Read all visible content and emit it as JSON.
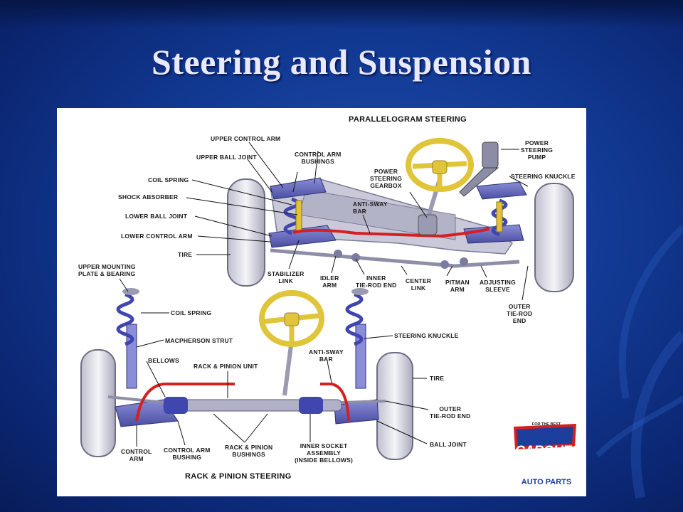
{
  "slide": {
    "title": "Steering and Suspension",
    "colors": {
      "background": "#123a94",
      "title": "#e8e8ff",
      "accent_red": "#d42020",
      "steering_wheel": "#e0c43a",
      "component_blue": "#5b5fb4"
    }
  },
  "diagram": {
    "top_heading": "PARALLELOGRAM STEERING",
    "bottom_heading": "RACK & PINION STEERING",
    "top_labels": {
      "upper_control_arm": "UPPER CONTROL ARM",
      "upper_ball_joint": "UPPER BALL JOINT",
      "coil_spring": "COIL SPRING",
      "shock_absorber": "SHOCK ABSORBER",
      "lower_ball_joint": "LOWER BALL JOINT",
      "lower_control_arm": "LOWER CONTROL ARM",
      "tire": "TIRE",
      "control_arm_bushings": "CONTROL ARM\nBUSHINGS",
      "power_steering_gearbox": "POWER\nSTEERING\nGEARBOX",
      "anti_sway_bar": "ANTI-SWAY\nBAR",
      "power_steering_pump": "POWER\nSTEERING\nPUMP",
      "steering_knuckle": "STEERING KNUCKLE",
      "stabilizer_link": "STABILIZER\nLINK",
      "idler_arm": "IDLER\nARM",
      "inner_tie_rod_end": "INNER\nTIE-ROD END",
      "center_link": "CENTER\nLINK",
      "pitman_arm": "PITMAN\nARM",
      "adjusting_sleeve": "ADJUSTING\nSLEEVE",
      "outer_tie_rod_end": "OUTER\nTIE-ROD\nEND"
    },
    "bottom_labels": {
      "upper_mounting_plate": "UPPER MOUNTING\nPLATE & BEARING",
      "coil_spring": "COIL SPRING",
      "macpherson_strut": "MACPHERSON STRUT",
      "bellows": "BELLOWS",
      "rack_pinion_unit": "RACK & PINION UNIT",
      "anti_sway_bar": "ANTI-SWAY\nBAR",
      "steering_knuckle": "STEERING KNUCKLE",
      "tire": "TIRE",
      "outer_tie_rod_end": "OUTER\nTIE-ROD END",
      "ball_joint": "BALL JOINT",
      "control_arm": "CONTROL\nARM",
      "control_arm_bushing": "CONTROL ARM\nBUSHING",
      "rack_pinion_bushings": "RACK & PINION\nBUSHINGS",
      "inner_socket_assembly": "INNER SOCKET\nASSEMBLY\n(INSIDE BELLOWS)"
    },
    "logo": {
      "tagline": "FOR THE BEST\nPOSSIBLE PERFORMANCE\nINSIST ON QUALITY",
      "brand": "CARQUEST",
      "subtitle": "AUTO PARTS"
    }
  }
}
